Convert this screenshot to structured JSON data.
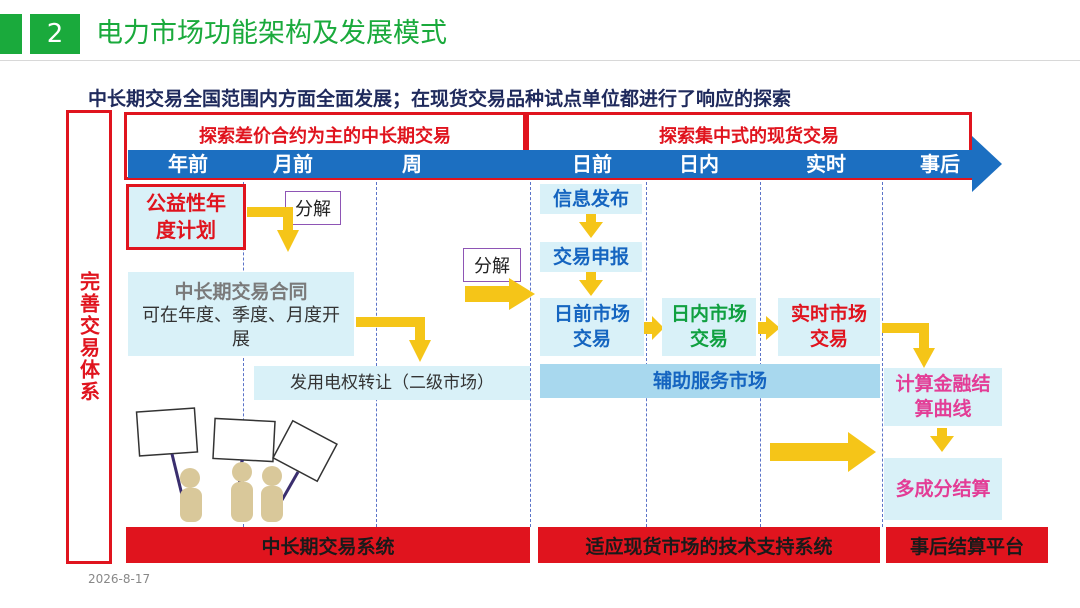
{
  "header": {
    "number": "2",
    "title": "电力市场功能架构及发展模式"
  },
  "subtitle": "中长期交易全国范围内方面全面发展；在现货交易品种试点单位都进行了响应的探索",
  "side_label": "完善交易体系",
  "phases": {
    "left": "探索差价合约为主的中长期交易",
    "right": "探索集中式的现货交易"
  },
  "timeline": [
    "年前",
    "月前",
    "周",
    "日前",
    "日内",
    "实时",
    "事后"
  ],
  "left_flow": {
    "annual_plan": "公益性年度计划",
    "decompose_1": "分解",
    "contract_title": "中长期交易合同",
    "contract_desc": "可在年度、季度、月度开展",
    "transfer": "发用电权转让（二级市场）"
  },
  "spot_flow": {
    "decompose_2": "分解",
    "info_release": "信息发布",
    "bid": "交易申报",
    "day_ahead": "日前市场交易",
    "intraday": "日内市场交易",
    "realtime": "实时市场交易",
    "ancillary": "辅助服务市场"
  },
  "settlement_flow": {
    "curve": "计算金融结算曲线",
    "multi": "多成分结算"
  },
  "systems": {
    "mid_long": "中长期交易系统",
    "spot_support": "适应现货市场的技术支持系统",
    "post_settlement": "事后结算平台"
  },
  "footer_date": "2026-8-17",
  "colors": {
    "green": "#1aaa3c",
    "red": "#e0141e",
    "blue": "#1c6fc1",
    "cyan": "#d9f1f8",
    "arrow": "#f5c518"
  }
}
